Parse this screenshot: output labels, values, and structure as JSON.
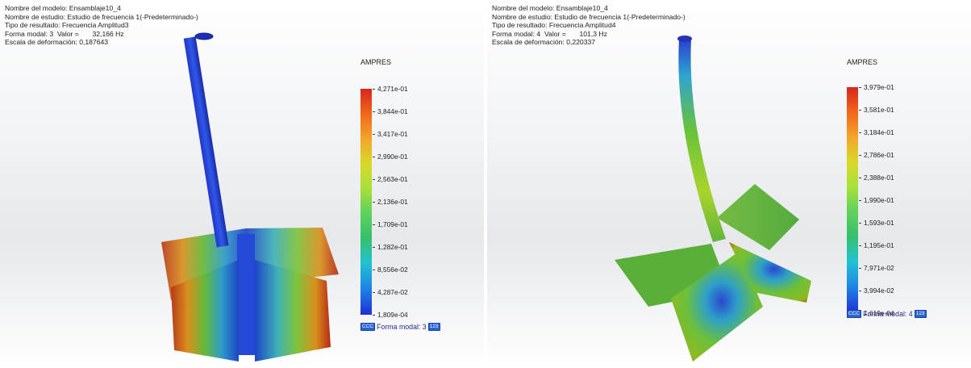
{
  "left": {
    "info": {
      "model_name": "Nombre del modelo: Ensamblaje10_4",
      "study_name": "Nombre de estudio: Estudio de frecuencia 1(-Predeterminado-)",
      "result_type": "Tipo de resultado: Frecuencia Amplitud3",
      "mode_value": "Forma modal: 3  Valor =       32,166 Hz",
      "deformation_scale": "Escala de deformación: 0,187643"
    },
    "legend": {
      "title": "AMPRES",
      "ticks": [
        "4,271e-01",
        "3,844e-01",
        "3,417e-01",
        "2,990e-01",
        "2,563e-01",
        "2,136e-01",
        "1,709e-01",
        "1,282e-01",
        "8,556e-02",
        "4,287e-02",
        "1,809e-04"
      ],
      "mode_label": "Forma modal: 3",
      "left_icon": "CCC",
      "right_icon": "123"
    }
  },
  "right": {
    "info": {
      "model_name": "Nombre del modelo: Ensamblaje10_4",
      "study_name": "Nombre de estudio: Estudio de frecuencia 1(-Predeterminado-)",
      "result_type": "Tipo de resultado: Frecuencia Amplitud4",
      "mode_value": "Forma modal: 4  Valor =       101,3 Hz",
      "deformation_scale": "Escala de deformación: 0,220337"
    },
    "legend": {
      "title": "AMPRES",
      "ticks": [
        "3,979e-01",
        "3,581e-01",
        "3,184e-01",
        "2,786e-01",
        "2,388e-01",
        "1,990e-01",
        "1,593e-01",
        "1,195e-01",
        "7,971e-02",
        "3,994e-02",
        "1,619e-04"
      ],
      "mode_label": "Forma modal: 4",
      "left_icon": "CCC",
      "right_icon": "123"
    }
  },
  "colors": {
    "scale_top": "#d7261e",
    "scale_bottom": "#1d2fd4",
    "shaft_left": "#1f3fc4",
    "blade_green": "#56b23a"
  }
}
